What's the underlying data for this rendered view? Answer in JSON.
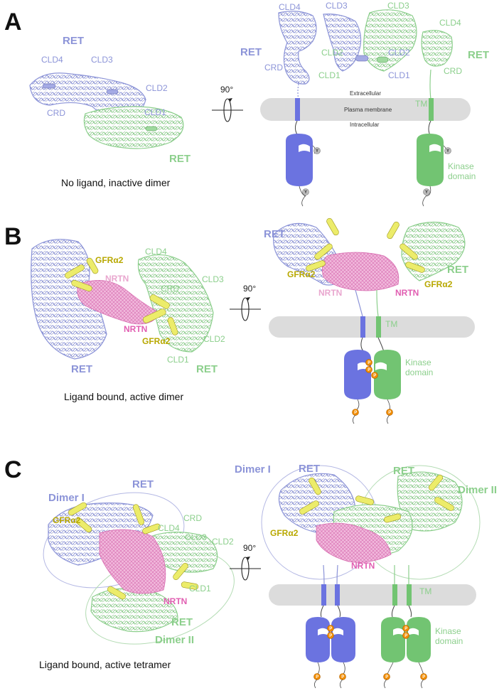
{
  "panels": [
    {
      "letter": "A",
      "caption": "No ligand, inactive dimer",
      "left": {
        "ret_top": "RET",
        "ret_bottom": "RET",
        "cld4": "CLD4",
        "cld3": "CLD3",
        "cld2": "CLD2",
        "cld1": "CLD1",
        "crd": "CRD"
      },
      "rotation": "90°",
      "right": {
        "ret_left": "RET",
        "ret_right": "RET",
        "cld4_l": "CLD4",
        "cld3_l": "CLD3",
        "cld2_l": "CLD2",
        "cld1_l": "CLD1",
        "crd_l": "CRD",
        "cld3_r": "CLD3",
        "cld4_r": "CLD4",
        "cld2_r": "CLD2",
        "cld1_r": "CLD1",
        "crd_r": "CRD",
        "extracellular": "Extracellular",
        "membrane": "Plasma membrane",
        "intracellular": "Intracellular",
        "tm": "TM",
        "kinase1": "Kinase",
        "kinase2": "domain",
        "y": "Y"
      }
    },
    {
      "letter": "B",
      "caption": "Ligand bound, active dimer",
      "left": {
        "gfra_top": "GFRα2",
        "nrtn_top": "NRTN",
        "cld4": "CLD4",
        "crd": "CRD",
        "cld3": "CLD3",
        "nrtn_mid": "NRTN",
        "gfra_bot": "GFRα2",
        "cld2": "CLD2",
        "cld1": "CLD1",
        "ret_left": "RET",
        "ret_right": "RET"
      },
      "rotation": "90°",
      "right": {
        "ret_left": "RET",
        "ret_right": "RET",
        "gfra_left": "GFRα2",
        "gfra_right": "GFRα2",
        "nrtn_left": "NRTN",
        "nrtn_right": "NRTN",
        "tm": "TM",
        "kinase1": "Kinase",
        "kinase2": "domain",
        "p": "P"
      }
    },
    {
      "letter": "C",
      "caption": "Ligand bound, active tetramer",
      "left": {
        "dimer1": "Dimer I",
        "ret_top": "RET",
        "gfra": "GFRα2",
        "crd": "CRD",
        "cld4": "CLD4",
        "cld3": "CLD3",
        "cld2": "CLD2",
        "cld1": "CLD1",
        "nrtn": "NRTN",
        "ret_bottom": "RET",
        "dimer2": "Dimer II"
      },
      "rotation": "90°",
      "right": {
        "dimer1": "Dimer I",
        "ret_left": "RET",
        "ret_right": "RET",
        "dimer2": "Dimer II",
        "gfra": "GFRα2",
        "nrtn": "NRTN",
        "tm": "TM",
        "kinase1": "Kinase",
        "kinase2": "domain",
        "p": "P"
      }
    }
  ],
  "colors": {
    "ret_blue": "#8c94d8",
    "ret_blue_dark": "#6b73e0",
    "ret_green": "#8ccf8c",
    "ret_green_dark": "#72c472",
    "gfra_yellow": "#ecec6a",
    "nrtn_pink": "#e15fb2",
    "membrane": "#dcdcdc",
    "phospho": "#f08c00"
  }
}
